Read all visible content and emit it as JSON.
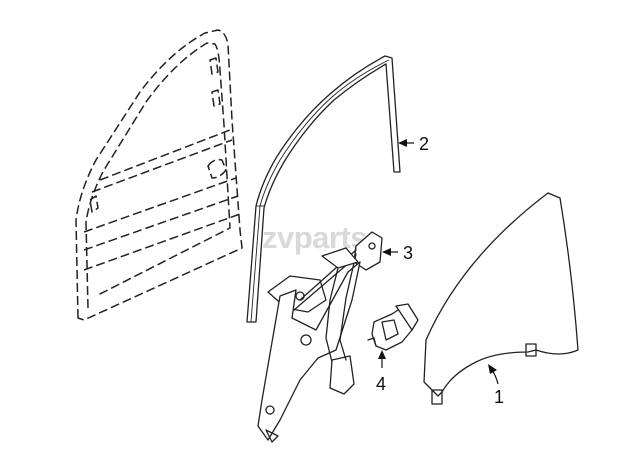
{
  "watermark": {
    "text": "zvparts"
  },
  "callouts": [
    {
      "id": "1",
      "label": "1"
    },
    {
      "id": "2",
      "label": "2"
    },
    {
      "id": "3",
      "label": "3"
    },
    {
      "id": "4",
      "label": "4"
    }
  ],
  "colors": {
    "line": "#222222",
    "watermark": "#d9d9d9",
    "background": "#ffffff"
  }
}
